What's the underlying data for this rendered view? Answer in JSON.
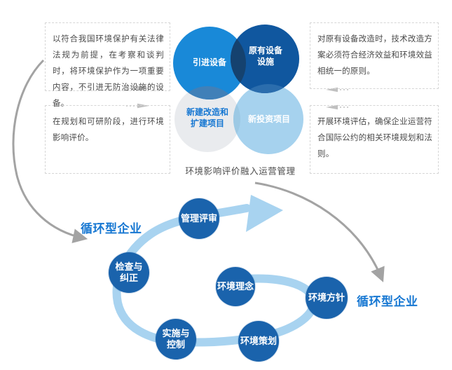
{
  "venn": {
    "circles": [
      {
        "name": "imported-equipment",
        "lines": [
          "引进设备"
        ]
      },
      {
        "name": "existing-equipment",
        "lines": [
          "原有设备",
          "设施"
        ]
      },
      {
        "name": "new-expansion-projects",
        "lines": [
          "新建改造和",
          "扩建项目"
        ]
      },
      {
        "name": "new-investment-projects",
        "lines": [
          "新投资项目"
        ]
      }
    ],
    "caption": "环境影响评价融入运营管理"
  },
  "notes": {
    "left_top": "以符合我国环境保护有关法律法规为前提，在考察和谈判时，将环境保护作为一项重要内容，不引进无防治设施的设备。",
    "left_bottom": "在规划和可研阶段，进行环境影响评价。",
    "right_top": "对原有设备改造时，技术改造方案必须符合经济效益和环境效益相统一的原则。",
    "right_bottom": "开展环境评估，确保企业运营符合国际公约的相关环境规划和法则。"
  },
  "cycle": {
    "left_label": "循环型企业",
    "right_label": "循环型企业",
    "nodes": [
      {
        "name": "management-review",
        "lines": [
          "管理评审"
        ]
      },
      {
        "name": "check-and-correct",
        "lines": [
          "检查与",
          "纠正"
        ]
      },
      {
        "name": "implement-and-control",
        "lines": [
          "实施与",
          "控制"
        ]
      },
      {
        "name": "environment-concept",
        "lines": [
          "环境理念"
        ]
      },
      {
        "name": "environment-policy",
        "lines": [
          "环境方针"
        ]
      },
      {
        "name": "environment-planning",
        "lines": [
          "环境策划"
        ]
      }
    ]
  },
  "colors": {
    "venn_import": "#1989d8",
    "venn_existing": "#10579f",
    "venn_newbuild": "#e9ebee",
    "venn_invest": "#a6d2ee",
    "overlap_import_existing": "#15426f",
    "overlap_import_newbuild": "#4080b8",
    "overlap_existing_invest": "#2b6dad",
    "overlap_newbuild_invest": "#9dc9e4",
    "node_blue": "#1a63ac",
    "ring_blue": "#a8d3f0",
    "accent_blue": "#1677d2",
    "arrow_gray": "#a3a3a3",
    "small_arrow_gray": "#c0c0c0",
    "text_gray": "#4a4a4a"
  }
}
